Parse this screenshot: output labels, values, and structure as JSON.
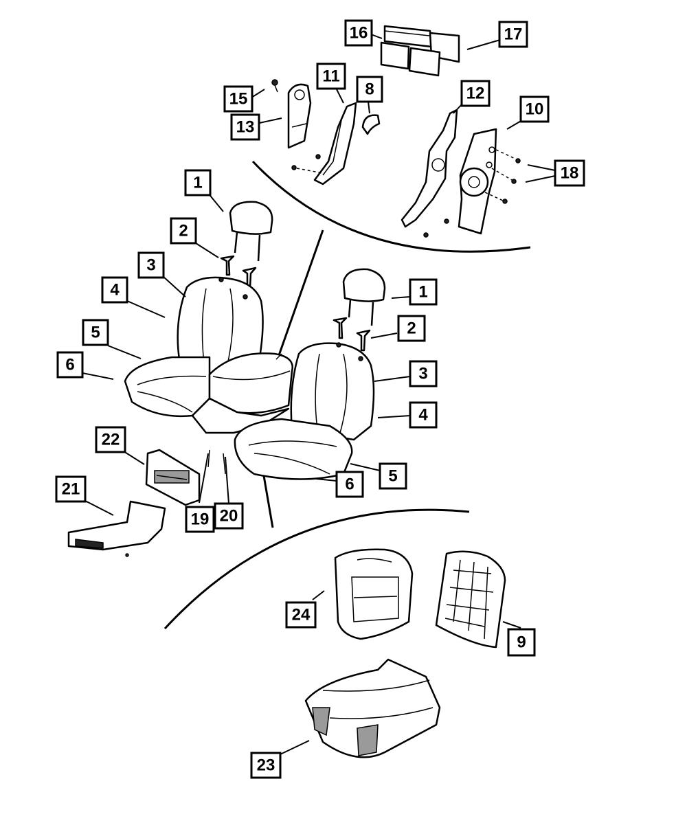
{
  "callouts": [
    {
      "id": "c16",
      "label": "16"
    },
    {
      "id": "c17",
      "label": "17"
    },
    {
      "id": "c11",
      "label": "11"
    },
    {
      "id": "c8",
      "label": "8"
    },
    {
      "id": "c12",
      "label": "12"
    },
    {
      "id": "c10",
      "label": "10"
    },
    {
      "id": "c15",
      "label": "15"
    },
    {
      "id": "c13",
      "label": "13"
    },
    {
      "id": "c18",
      "label": "18"
    },
    {
      "id": "c1a",
      "label": "1"
    },
    {
      "id": "c2a",
      "label": "2"
    },
    {
      "id": "c3a",
      "label": "3"
    },
    {
      "id": "c4a",
      "label": "4"
    },
    {
      "id": "c5a",
      "label": "5"
    },
    {
      "id": "c6a",
      "label": "6"
    },
    {
      "id": "c1b",
      "label": "1"
    },
    {
      "id": "c2b",
      "label": "2"
    },
    {
      "id": "c3b",
      "label": "3"
    },
    {
      "id": "c4b",
      "label": "4"
    },
    {
      "id": "c5b",
      "label": "5"
    },
    {
      "id": "c6b",
      "label": "6"
    },
    {
      "id": "c22",
      "label": "22"
    },
    {
      "id": "c21",
      "label": "21"
    },
    {
      "id": "c19",
      "label": "19"
    },
    {
      "id": "c20",
      "label": "20"
    },
    {
      "id": "c24",
      "label": "24"
    },
    {
      "id": "c9",
      "label": "9"
    },
    {
      "id": "c23",
      "label": "23"
    }
  ]
}
